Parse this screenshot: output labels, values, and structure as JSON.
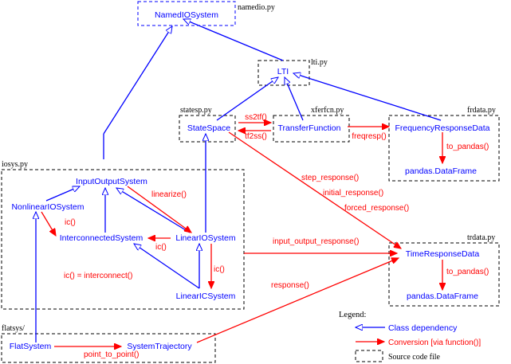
{
  "files": {
    "namedio": "namedio.py",
    "lti": "lti.py",
    "statesp": "statesp.py",
    "xferfcn": "xferfcn.py",
    "frdata": "frdata.py",
    "iosys": "iosys.py",
    "trdata": "trdata.py",
    "flatsys": "flatsys/"
  },
  "classes": {
    "named_io_system": "NamedIOSystem",
    "lti": "LTI",
    "state_space": "StateSpace",
    "transfer_function": "TransferFunction",
    "frequency_response_data": "FrequencyResponseData",
    "pandas_dataframe_fr": "pandas.DataFrame",
    "input_output_system": "InputOutputSystem",
    "nonlinear_io_system": "NonlinearIOSystem",
    "interconnected_system": "InterconnectedSystem",
    "linear_io_system": "LinearIOSystem",
    "linear_ic_system": "LinearICSystem",
    "time_response_data": "TimeResponseData",
    "pandas_dataframe_tr": "pandas.DataFrame",
    "flat_system": "FlatSystem",
    "system_trajectory": "SystemTrajectory"
  },
  "functions": {
    "ss2tf": "ss2tf()",
    "tf2ss": "tf2ss()",
    "freqresp": "freqresp()",
    "to_pandas_fr": "to_pandas()",
    "linearize": "linearize()",
    "ic_nonlinear": "ic()",
    "ic_linear_io": "ic()",
    "ic_linear_ic": "ic()",
    "ic_interconnect": "ic() = interconnect()",
    "step_response": "step_response()",
    "initial_response": "initial_response()",
    "forced_response": "forced_response()",
    "input_output_response": "input_output_response()",
    "response": "response()",
    "to_pandas_tr": "to_pandas()",
    "point_to_point": "point_to_point()"
  },
  "legend": {
    "title": "Legend:",
    "class_dependency": "Class dependency",
    "conversion": "Conversion [via function()]",
    "source_file": "Source code file"
  },
  "colors": {
    "class": "#0000ff",
    "conversion": "#ff0000",
    "file_box": "#000000"
  }
}
